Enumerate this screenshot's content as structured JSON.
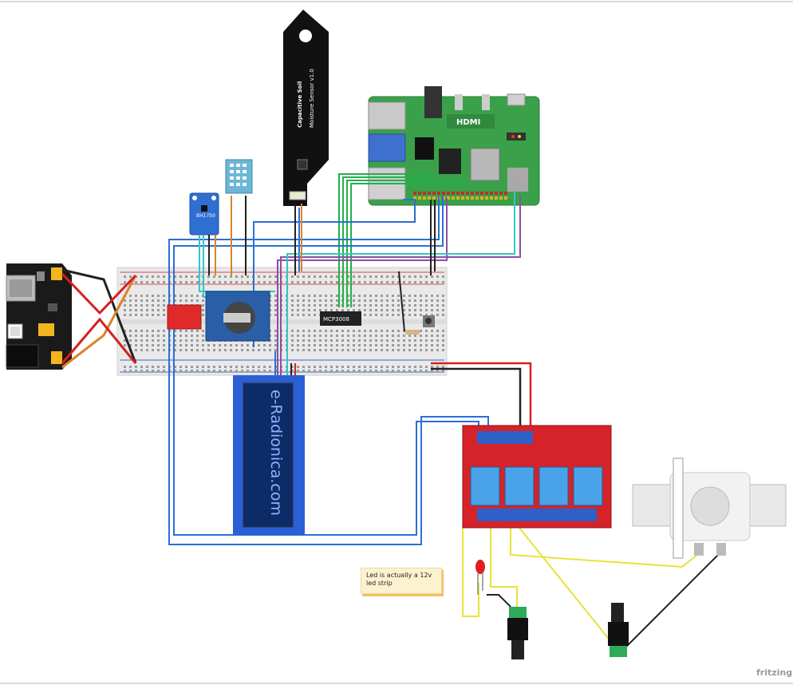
{
  "note": {
    "text": "Led is actually a 12v led strip"
  },
  "brand": {
    "text": "fritzing"
  },
  "sensor": {
    "title": "Capacitive Soil",
    "subtitle": "Moisture Sensor v1.0"
  },
  "rpi": {
    "hdmi": "HDMI"
  },
  "bh1750": {
    "label": "BH1750"
  },
  "adc": {
    "label": "MCP3008"
  },
  "lcd": {
    "text": "e-Radionica.com"
  },
  "colors": {
    "wire_blue": "#2b6fd6",
    "wire_green": "#22b04a",
    "wire_cyan": "#33c6c9",
    "wire_purple": "#8a4fa3",
    "wire_orange": "#d9822b",
    "wire_red": "#d62020",
    "wire_black": "#222222",
    "wire_yellow": "#e8e23a",
    "rpi_green": "#3aa14a",
    "relay_red": "#d6232a",
    "lcd_blue": "#1a3fa8"
  }
}
